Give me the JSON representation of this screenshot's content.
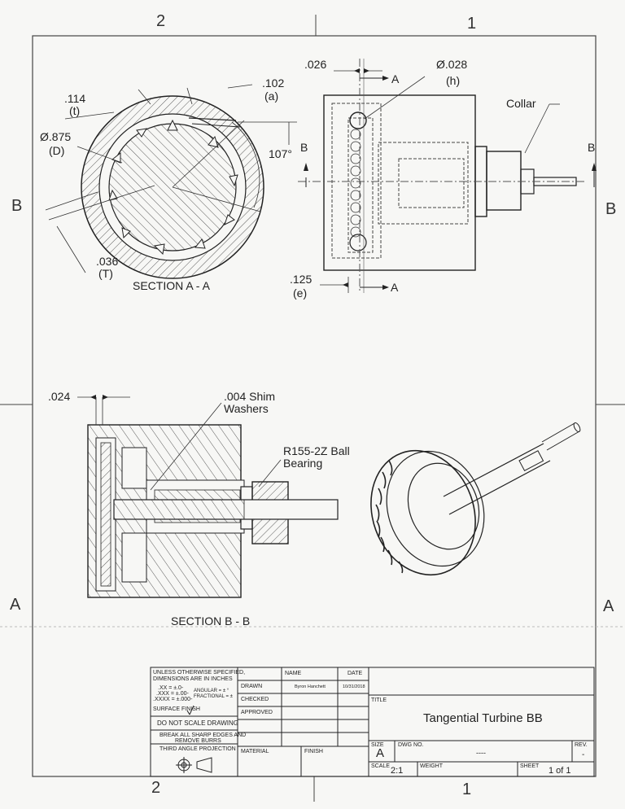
{
  "zones": {
    "top_left": "2",
    "top_right": "1",
    "bottom_left": "2",
    "bottom_right": "1",
    "left_upper": "B",
    "right_upper": "B",
    "left_lower": "A",
    "right_lower": "A"
  },
  "section_aa": {
    "title": "SECTION A - A",
    "dim_t_value": ".114",
    "dim_t_tag": "(t)",
    "dim_a_value": ".102",
    "dim_a_tag": "(a)",
    "dim_D_value": "Ø.875",
    "dim_D_tag": "(D)",
    "angle": "107°",
    "dim_T_value": ".036",
    "dim_T_tag": "(T)"
  },
  "side_view": {
    "dim_top": ".026",
    "dim_h_value": "Ø.028",
    "dim_h_tag": "(h)",
    "dim_e_value": ".125",
    "dim_e_tag": "(e)",
    "collar_label": "Collar",
    "cut_A_top": "A",
    "cut_A_bottom": "A",
    "cut_B_left": "B",
    "cut_B_right": "B"
  },
  "section_bb": {
    "title": "SECTION B - B",
    "dim_gap": ".024",
    "shim_label": ".004 Shim Washers",
    "bearing_label": "R155-2Z Ball Bearing"
  },
  "title_block": {
    "spec_line1": "UNLESS OTHERWISE SPECIFIED,",
    "spec_line2": "DIMENSIONS ARE IN INCHES",
    "tol1": ".XX = ±.0-",
    "tol2": ".XXX = ±.00-",
    "tol3": ".XXXX = ±.000-",
    "angular": "ANGULAR = ± °",
    "fractional": "FRACTIONAL = ±",
    "surface_finish": "SURFACE FINISH",
    "no_scale": "DO NOT SCALE DRAWING",
    "edges1": "BREAK ALL SHARP EDGES AND",
    "edges2": "REMOVE BURRS",
    "projection": "THIRD ANGLE PROJECTION",
    "col_name": "NAME",
    "col_date": "DATE",
    "row_drawn": "DRAWN",
    "row_checked": "CHECKED",
    "row_approved": "APPROVED",
    "drawn_name": "Byron Hanchett",
    "drawn_date": "10/31/2018",
    "material_lbl": "MATERIAL",
    "finish_lbl": "FINISH",
    "title_lbl": "TITLE",
    "title": "Tangential Turbine BB",
    "size_lbl": "SIZE",
    "size": "A",
    "dwg_lbl": "DWG NO.",
    "dwg": "----",
    "rev_lbl": "REV.",
    "rev": "-",
    "scale_lbl": "SCALE",
    "scale": "2:1",
    "weight_lbl": "WEIGHT",
    "sheet_lbl": "SHEET",
    "sheet": "1 of 1"
  }
}
